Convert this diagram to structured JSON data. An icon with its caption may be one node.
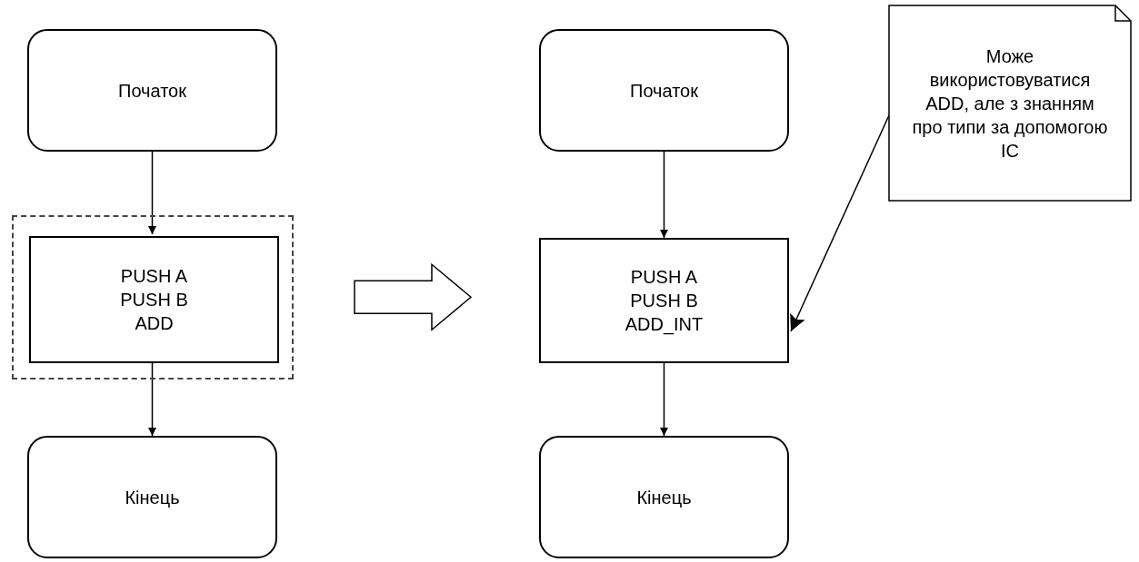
{
  "diagram": {
    "nodes": [
      {
        "text": [
          "Початок"
        ]
      },
      {
        "text": [],
        "shape": "box"
      },
      {
        "text": [
          "PUSH A",
          "PUSH B",
          "ADD"
        ],
        "in": 1
      },
      {
        "text": [
          "Кінець"
        ]
      },
      {
        "text": [
          "Початок"
        ]
      },
      {
        "text": [
          "PUSH A",
          "PUSH B",
          "ADD_INT"
        ]
      },
      {
        "text": [
          "Кінець"
        ]
      },
      {
        "text": [
          "Може використовуватися ADD, але з знанням про типи за допомогою IC"
        ]
      }
    ],
    "edges": [
      {
        "from": 0,
        "to": 2,
        "arrow": "to"
      },
      {
        "from": 2,
        "to": 3,
        "arrow": "to"
      },
      {
        "from": 4,
        "to": 5,
        "arrow": "to"
      },
      {
        "from": 5,
        "to": 6,
        "arrow": "to"
      },
      {
        "from": 1,
        "to": 5,
        "arrow": "to",
        "style": "thick"
      },
      {
        "from": 7,
        "to": 5,
        "arrow": "to"
      }
    ]
  }
}
